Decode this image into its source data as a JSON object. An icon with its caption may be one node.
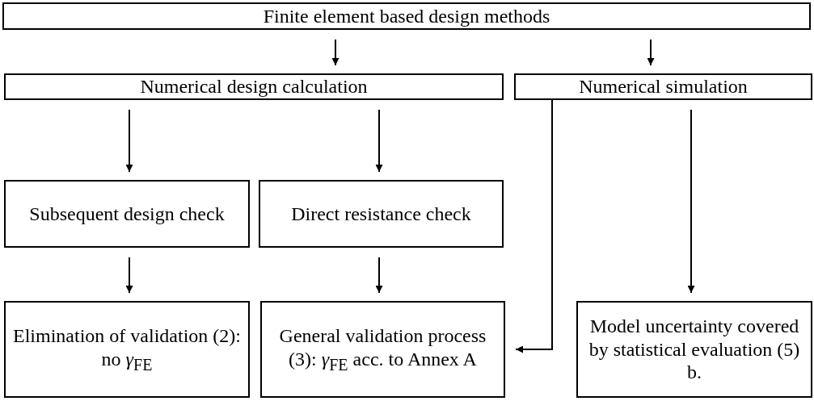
{
  "diagram": {
    "nodes": [
      {
        "text": [
          "Finite element based design methods"
        ]
      },
      {
        "text": [
          "Numerical design calculation"
        ]
      },
      {
        "text": [
          "Numerical simulation"
        ]
      },
      {
        "text": [
          "Subsequent design check"
        ]
      },
      {
        "text": [
          "Direct resistance check"
        ]
      },
      {
        "text": [
          "Elimination of validation (2): no *γ*$_{FE}$"
        ]
      },
      {
        "text": [
          "General validation process (3): *γ*$_{FE}$  acc. to Annex A"
        ]
      },
      {
        "text": [
          "Model uncertainty covered by statistical evaluation (5) b."
        ]
      }
    ],
    "edges": [
      {
        "from": 0,
        "to": 1,
        "arrow": "to"
      },
      {
        "from": 0,
        "to": 2,
        "arrow": "to"
      },
      {
        "from": 1,
        "to": 3,
        "arrow": "to"
      },
      {
        "from": 1,
        "to": 4,
        "arrow": "to"
      },
      {
        "from": 3,
        "to": 5,
        "arrow": "to"
      },
      {
        "from": 4,
        "to": 6,
        "arrow": "to"
      },
      {
        "from": 2,
        "to": 6,
        "arrow": "to"
      },
      {
        "from": 2,
        "to": 7,
        "arrow": "to"
      }
    ]
  }
}
